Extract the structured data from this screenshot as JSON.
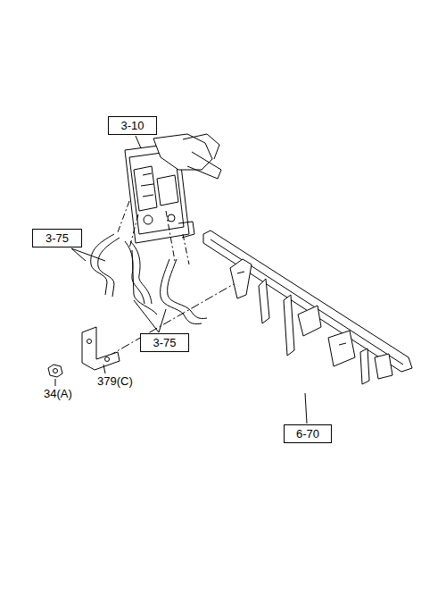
{
  "diagram": {
    "nodes": [
      {
        "text": [
          "3-10"
        ]
      },
      {
        "text": [
          "3-75"
        ]
      },
      {
        "text": [
          "3-75"
        ]
      },
      {
        "text": [
          "6-70"
        ]
      }
    ],
    "labels": [
      "379(C)",
      "34(A)"
    ]
  }
}
